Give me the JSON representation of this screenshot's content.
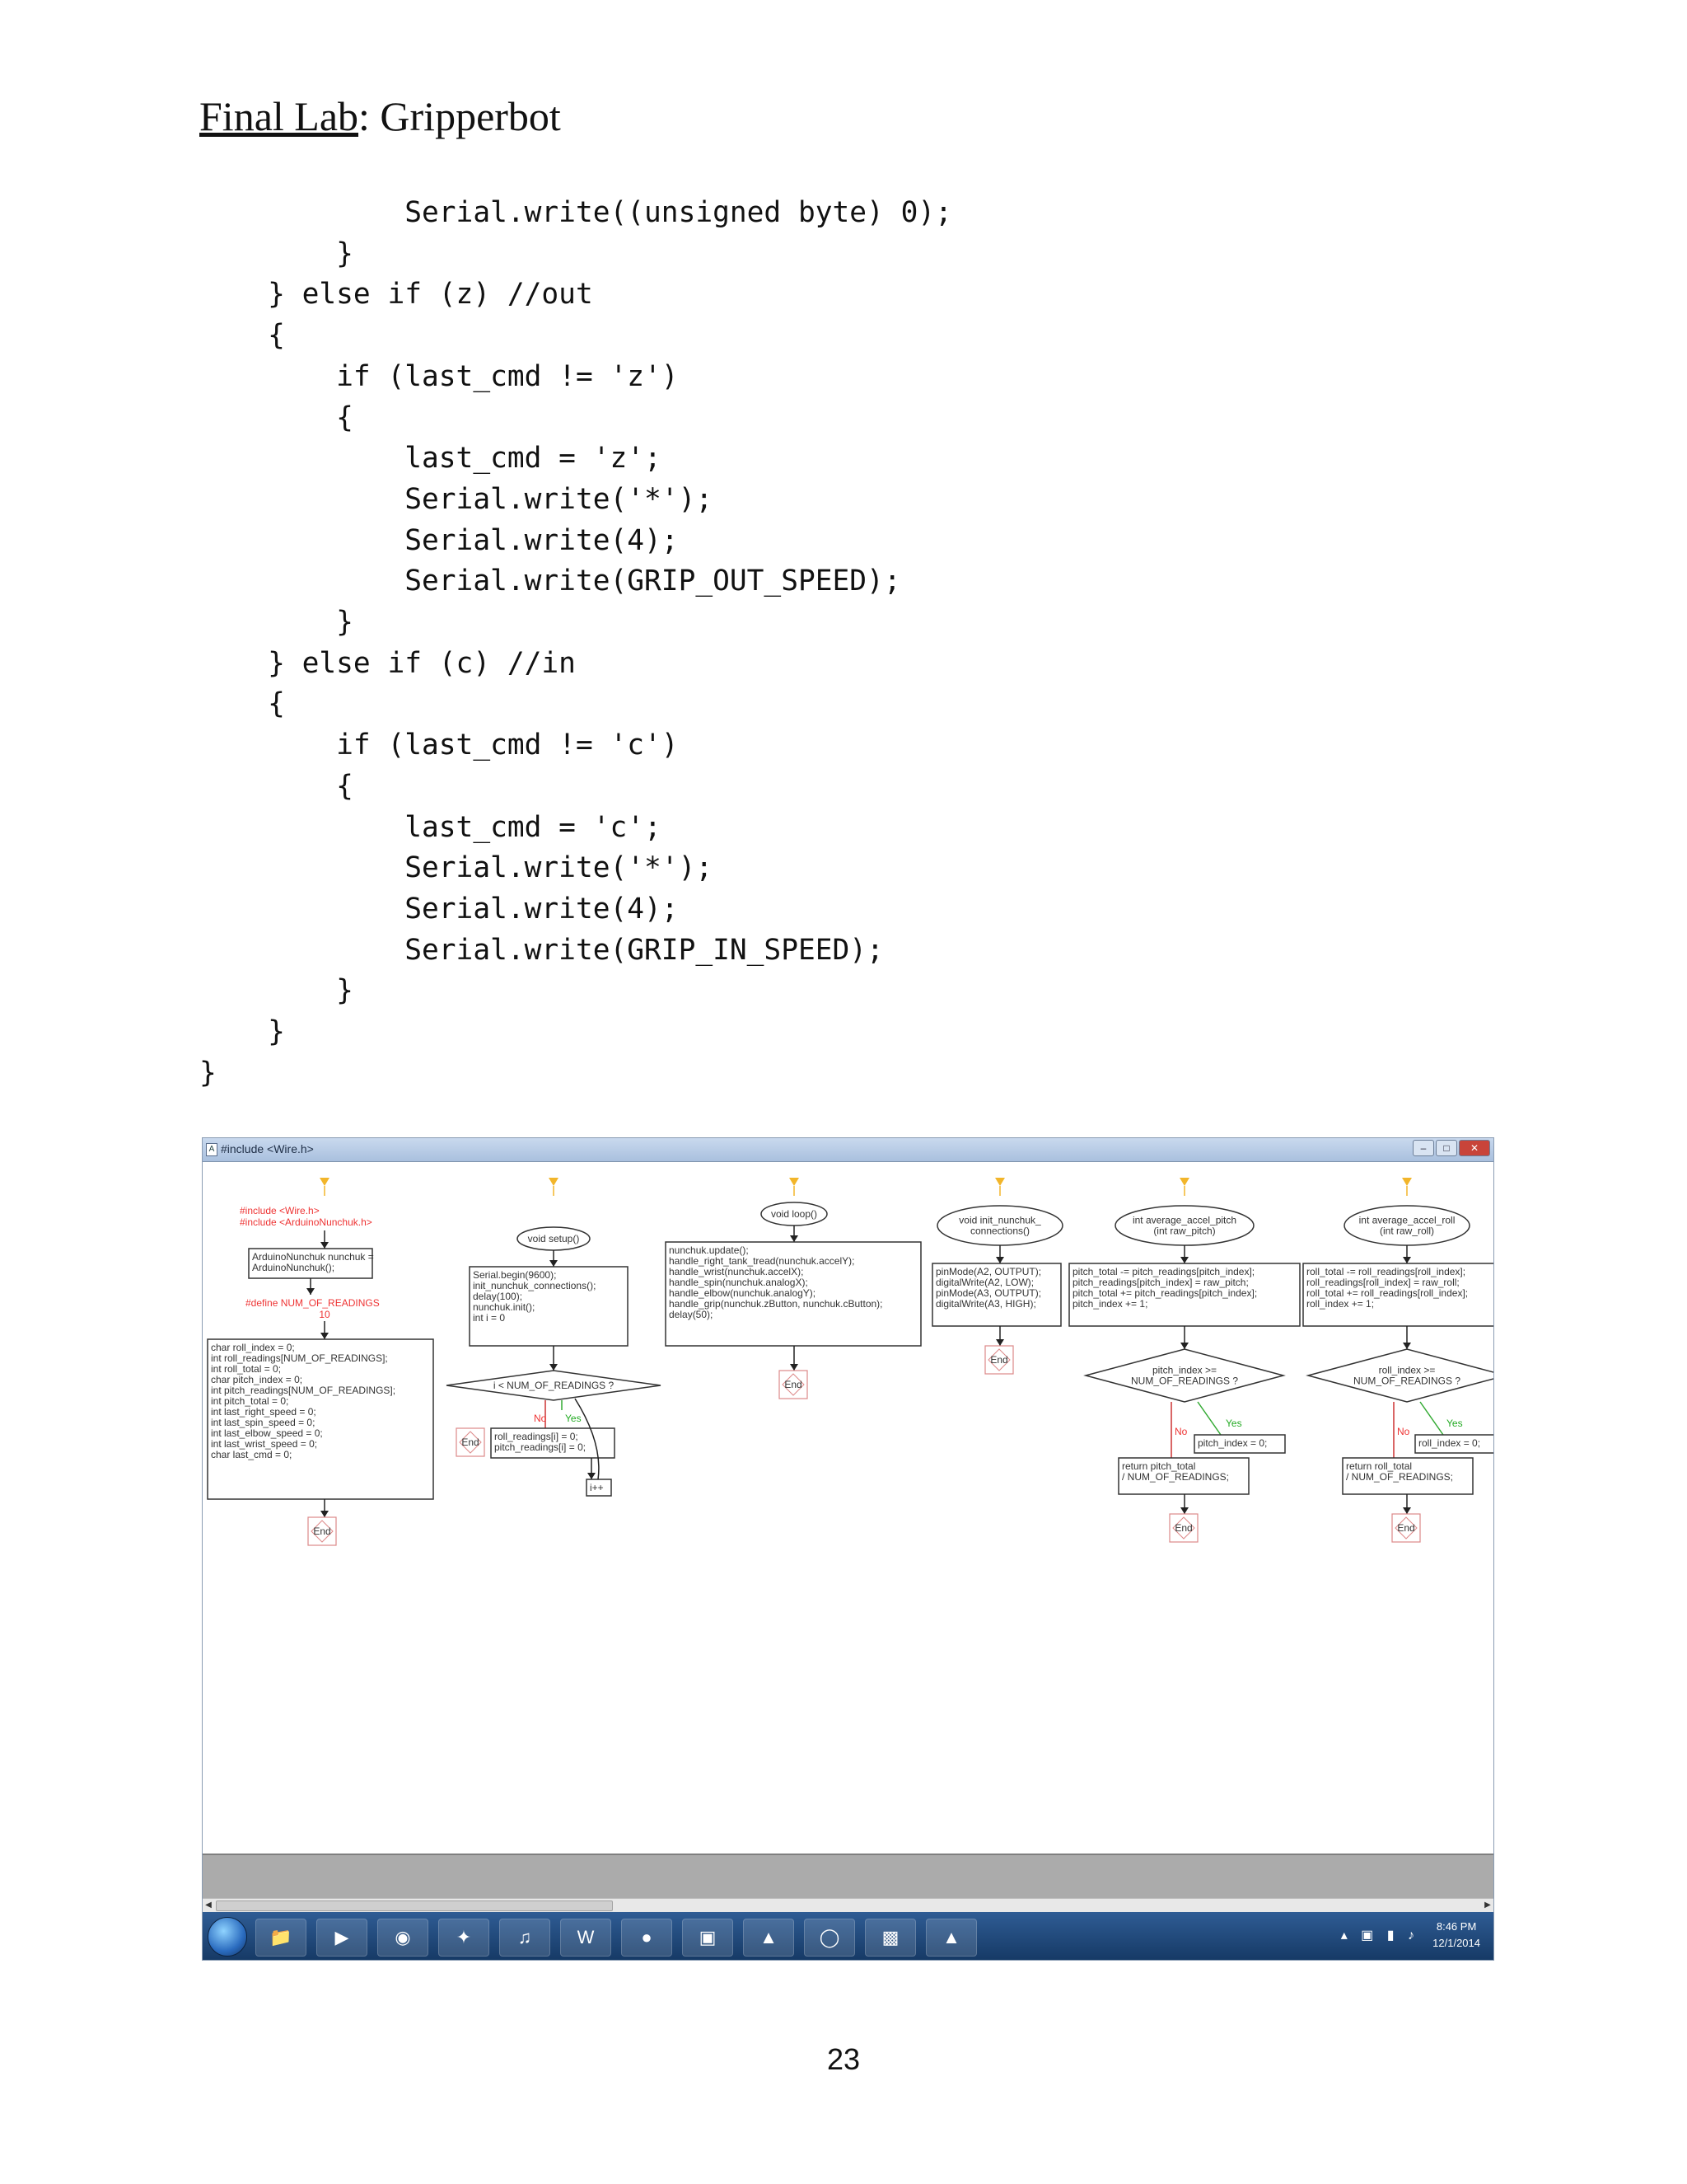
{
  "header": {
    "underlined": "Final Lab",
    "rest": ": Gripperbot"
  },
  "code": [
    "            Serial.write((unsigned byte) 0);",
    "        }",
    "    } else if (z) //out",
    "    {",
    "        if (last_cmd != 'z')",
    "        {",
    "            last_cmd = 'z';",
    "            Serial.write('*');",
    "            Serial.write(4);",
    "            Serial.write(GRIP_OUT_SPEED);",
    "        }",
    "    } else if (c) //in",
    "    {",
    "        if (last_cmd != 'c')",
    "        {",
    "            last_cmd = 'c';",
    "            Serial.write('*');",
    "            Serial.write(4);",
    "            Serial.write(GRIP_IN_SPEED);",
    "        }",
    "    }",
    "}"
  ],
  "screenshot": {
    "window_title": "#include <Wire.h>",
    "clock": {
      "time": "8:46 PM",
      "date": "12/1/2014"
    },
    "flowchart": {
      "globals": {
        "includes": [
          "#include <Wire.h>",
          "#include <ArduinoNunchuk.h>"
        ],
        "nunchuk_decl": [
          "ArduinoNunchuk nunchuk =",
          "ArduinoNunchuk();"
        ],
        "define": [
          "#define NUM_OF_READINGS",
          "10"
        ],
        "vars": [
          "char roll_index = 0;",
          "int roll_readings[NUM_OF_READINGS];",
          "int roll_total = 0;",
          "char pitch_index = 0;",
          "int pitch_readings[NUM_OF_READINGS];",
          "int pitch_total = 0;",
          "int last_right_speed = 0;",
          "int last_spin_speed = 0;",
          "int last_elbow_speed = 0;",
          "int last_wrist_speed = 0;",
          "char last_cmd = 0;"
        ],
        "end": "End"
      },
      "setup": {
        "label": "void setup()",
        "body": [
          "Serial.begin(9600);",
          "init_nunchuk_connections();",
          "delay(100);",
          "nunchuk.init();",
          "int i = 0"
        ],
        "condition": "i < NUM_OF_READINGS ?",
        "no": "No",
        "yes": "Yes",
        "end": "End",
        "loop_body": [
          "roll_readings[i] = 0;",
          "pitch_readings[i] = 0;"
        ],
        "increment": "i++"
      },
      "loop": {
        "label": "void loop()",
        "body": [
          "nunchuk.update();",
          "handle_right_tank_tread(nunchuk.accelY);",
          "handle_wrist(nunchuk.accelX);",
          "handle_spin(nunchuk.analogX);",
          "handle_elbow(nunchuk.analogY);",
          "handle_grip(nunchuk.zButton, nunchuk.cButton);",
          "delay(50);"
        ],
        "end": "End"
      },
      "init_conn": {
        "label": [
          "void init_nunchuk_",
          "connections()"
        ],
        "body": [
          "pinMode(A2, OUTPUT);",
          "digitalWrite(A2, LOW);",
          "pinMode(A3, OUTPUT);",
          "digitalWrite(A3, HIGH);"
        ],
        "end": "End"
      },
      "pitch": {
        "label": [
          "int average_accel_pitch",
          "(int raw_pitch)"
        ],
        "body": [
          "pitch_total -= pitch_readings[pitch_index];",
          "pitch_readings[pitch_index] = raw_pitch;",
          "pitch_total += pitch_readings[pitch_index];",
          "pitch_index += 1;"
        ],
        "condition": [
          "pitch_index >=",
          "NUM_OF_READINGS ?"
        ],
        "no": "No",
        "yes": "Yes",
        "reset": "pitch_index = 0;",
        "ret": [
          "return pitch_total",
          "/ NUM_OF_READINGS;"
        ],
        "end": "End"
      },
      "roll": {
        "label": [
          "int average_accel_roll",
          "(int raw_roll)"
        ],
        "body": [
          "roll_total -= roll_readings[roll_index];",
          "roll_readings[roll_index] = raw_roll;",
          "roll_total += roll_readings[roll_index];",
          "roll_index += 1;"
        ],
        "condition": [
          "roll_index >=",
          "NUM_OF_READINGS ?"
        ],
        "no": "No",
        "yes": "Yes",
        "reset": "roll_index = 0;",
        "ret": [
          "return roll_total",
          "/ NUM_OF_READINGS;"
        ],
        "end": "End"
      }
    }
  },
  "page_number": "23"
}
